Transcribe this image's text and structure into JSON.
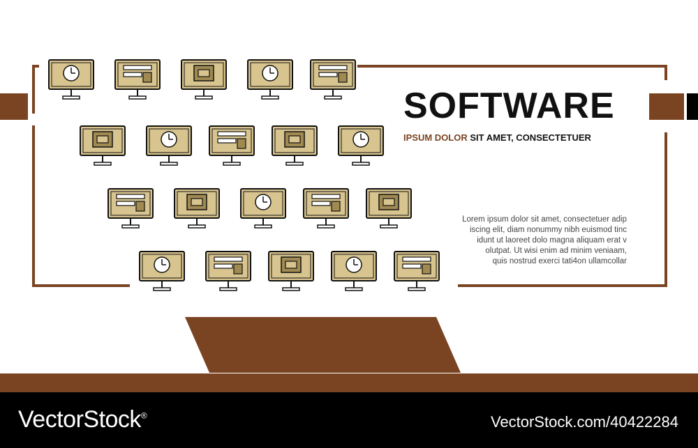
{
  "banner": {
    "title": "SOFTWARE",
    "subtitle_accent": "IPSUM DOLOR",
    "subtitle_rest": " SIT AMET, CONSECTETUER",
    "body_lines": [
      "Lorem ipsum dolor sit amet, consectetuer adip",
      "iscing elit, diam nonummy nibh euismod tinc",
      "idunt ut laoreet dolo magna aliquam erat v",
      "olutpat. Ut wisi enim ad minim veniaam,",
      "quis nostrud exerci tati4on ullamcollar"
    ]
  },
  "icons": [
    "multi-device-icon",
    "binary-flowchart-icon",
    "circuit-board-icon",
    "mobile-code-icon",
    "code-slider-icon",
    "download-gear-icon",
    "clock-circuit-icon",
    "gear-search-icon",
    "file-lock-icon",
    "speedometer-icon",
    "search-analytics-icon",
    "code-document-icon",
    "server-code-icon",
    "checklist-settings-icon",
    "chip-gear-icon",
    "binary-code-icon",
    "cloud-download-icon",
    "desktop-keyboard-icon",
    "key-checklist-icon",
    "hacker-icon"
  ],
  "footer": {
    "brand": "VectorStock",
    "registered": "®",
    "ref": "VectorStock.com/40422284"
  },
  "colors": {
    "accent": "#7a4422",
    "icon_fill": "#d8c48e",
    "icon_dark": "#a08a52",
    "text": "#111111",
    "footer_bg": "#000000"
  }
}
